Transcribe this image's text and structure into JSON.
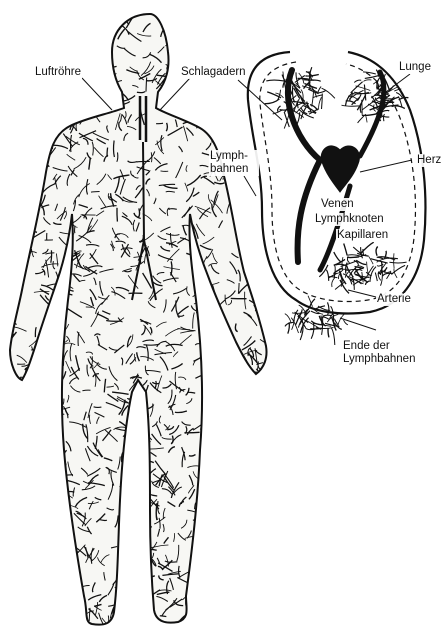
{
  "labels": {
    "trachea": "Luftröhre",
    "arteries": "Schlagadern",
    "lung": "Lunge",
    "lymph_vessels": "Lymph-\nbahnen",
    "heart": "Herz",
    "veins": "Venen",
    "lymph_nodes": "Lymphknoten",
    "capillaries": "Kapillaren",
    "artery": "Arterie",
    "lymph_vessel_end": "Ende der\nLymphbahnen"
  },
  "colors": {
    "ink": "#111111",
    "paper": "#ffffff",
    "body_fill": "#f7f7f4"
  }
}
